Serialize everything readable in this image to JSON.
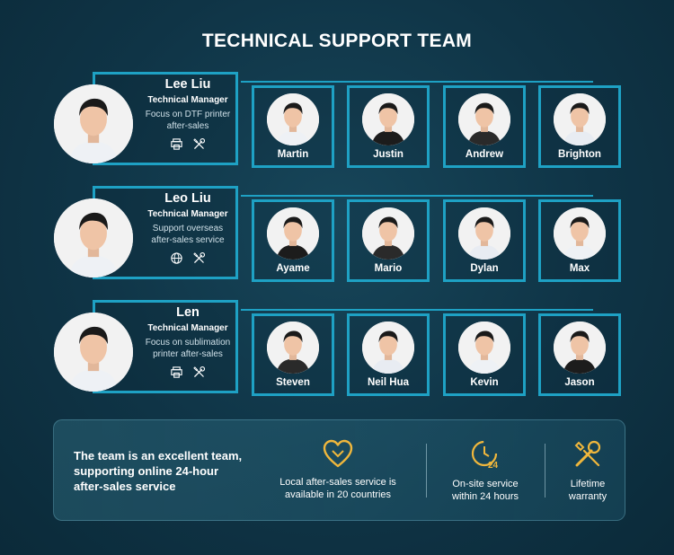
{
  "title": "TECHNICAL SUPPORT TEAM",
  "accent_color": "#1ea1c4",
  "icon_color": "#f0b73c",
  "teams": [
    {
      "leader": {
        "name": "Lee Liu",
        "role": "Technical Manager",
        "desc_line1": "Focus on DTF printer",
        "desc_line2": "after-sales",
        "icons": [
          "printer-icon",
          "tools-icon"
        ]
      },
      "members": [
        "Martin",
        "Justin",
        "Andrew",
        "Brighton"
      ]
    },
    {
      "leader": {
        "name": "Leo Liu",
        "role": "Technical Manager",
        "desc_line1": "Support overseas",
        "desc_line2": "after-sales service",
        "icons": [
          "globe-icon",
          "tools-icon"
        ]
      },
      "members": [
        "Ayame",
        "Mario",
        "Dylan",
        "Max"
      ]
    },
    {
      "leader": {
        "name": "Len",
        "role": "Technical Manager",
        "desc_line1": "Focus on sublimation",
        "desc_line2": "printer after-sales",
        "icons": [
          "printer-icon",
          "tools-icon"
        ]
      },
      "members": [
        "Steven",
        "Neil Hua",
        "Kevin",
        "Jason"
      ]
    }
  ],
  "panel": {
    "text_line1": "The team is an excellent team,",
    "text_line2": "supporting online 24-hour",
    "text_line3": "after-sales service",
    "features": [
      {
        "icon": "heart-icon",
        "line1": "Local after-sales service is",
        "line2": "available in 20 countries"
      },
      {
        "icon": "clock-24-icon",
        "line1": "On-site service",
        "line2": "within 24 hours"
      },
      {
        "icon": "wrench-screwdriver-icon",
        "line1": "Lifetime",
        "line2": "warranty"
      }
    ]
  }
}
